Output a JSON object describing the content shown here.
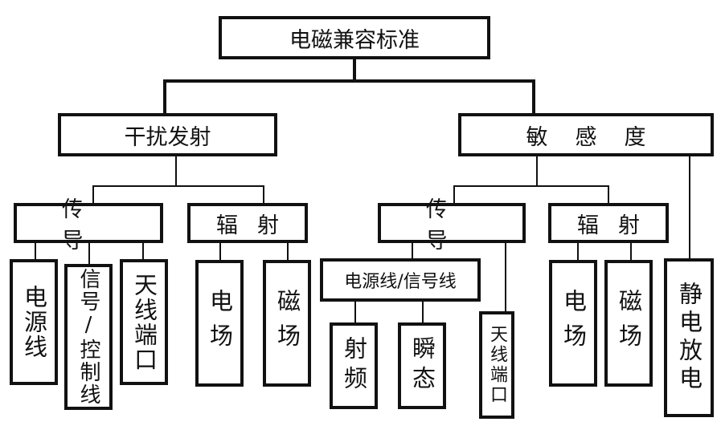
{
  "root": {
    "label": "电磁兼容标准"
  },
  "level1": {
    "emission": "干扰发射",
    "susceptibility": "敏感度"
  },
  "emission": {
    "conducted": {
      "label": "传导",
      "children": [
        "电源线",
        "信号/控制线",
        "天线端口"
      ]
    },
    "radiated": {
      "label": "辐射",
      "children": [
        "电场",
        "磁场"
      ]
    }
  },
  "susceptibility": {
    "conducted": {
      "label": "传导",
      "power_signal": {
        "label": "电源线/信号线",
        "children": [
          "射频",
          "瞬态"
        ]
      },
      "antenna": "天线端口"
    },
    "radiated": {
      "label": "辐射",
      "children": [
        "电场",
        "磁场"
      ]
    },
    "esd": "静电放电"
  }
}
